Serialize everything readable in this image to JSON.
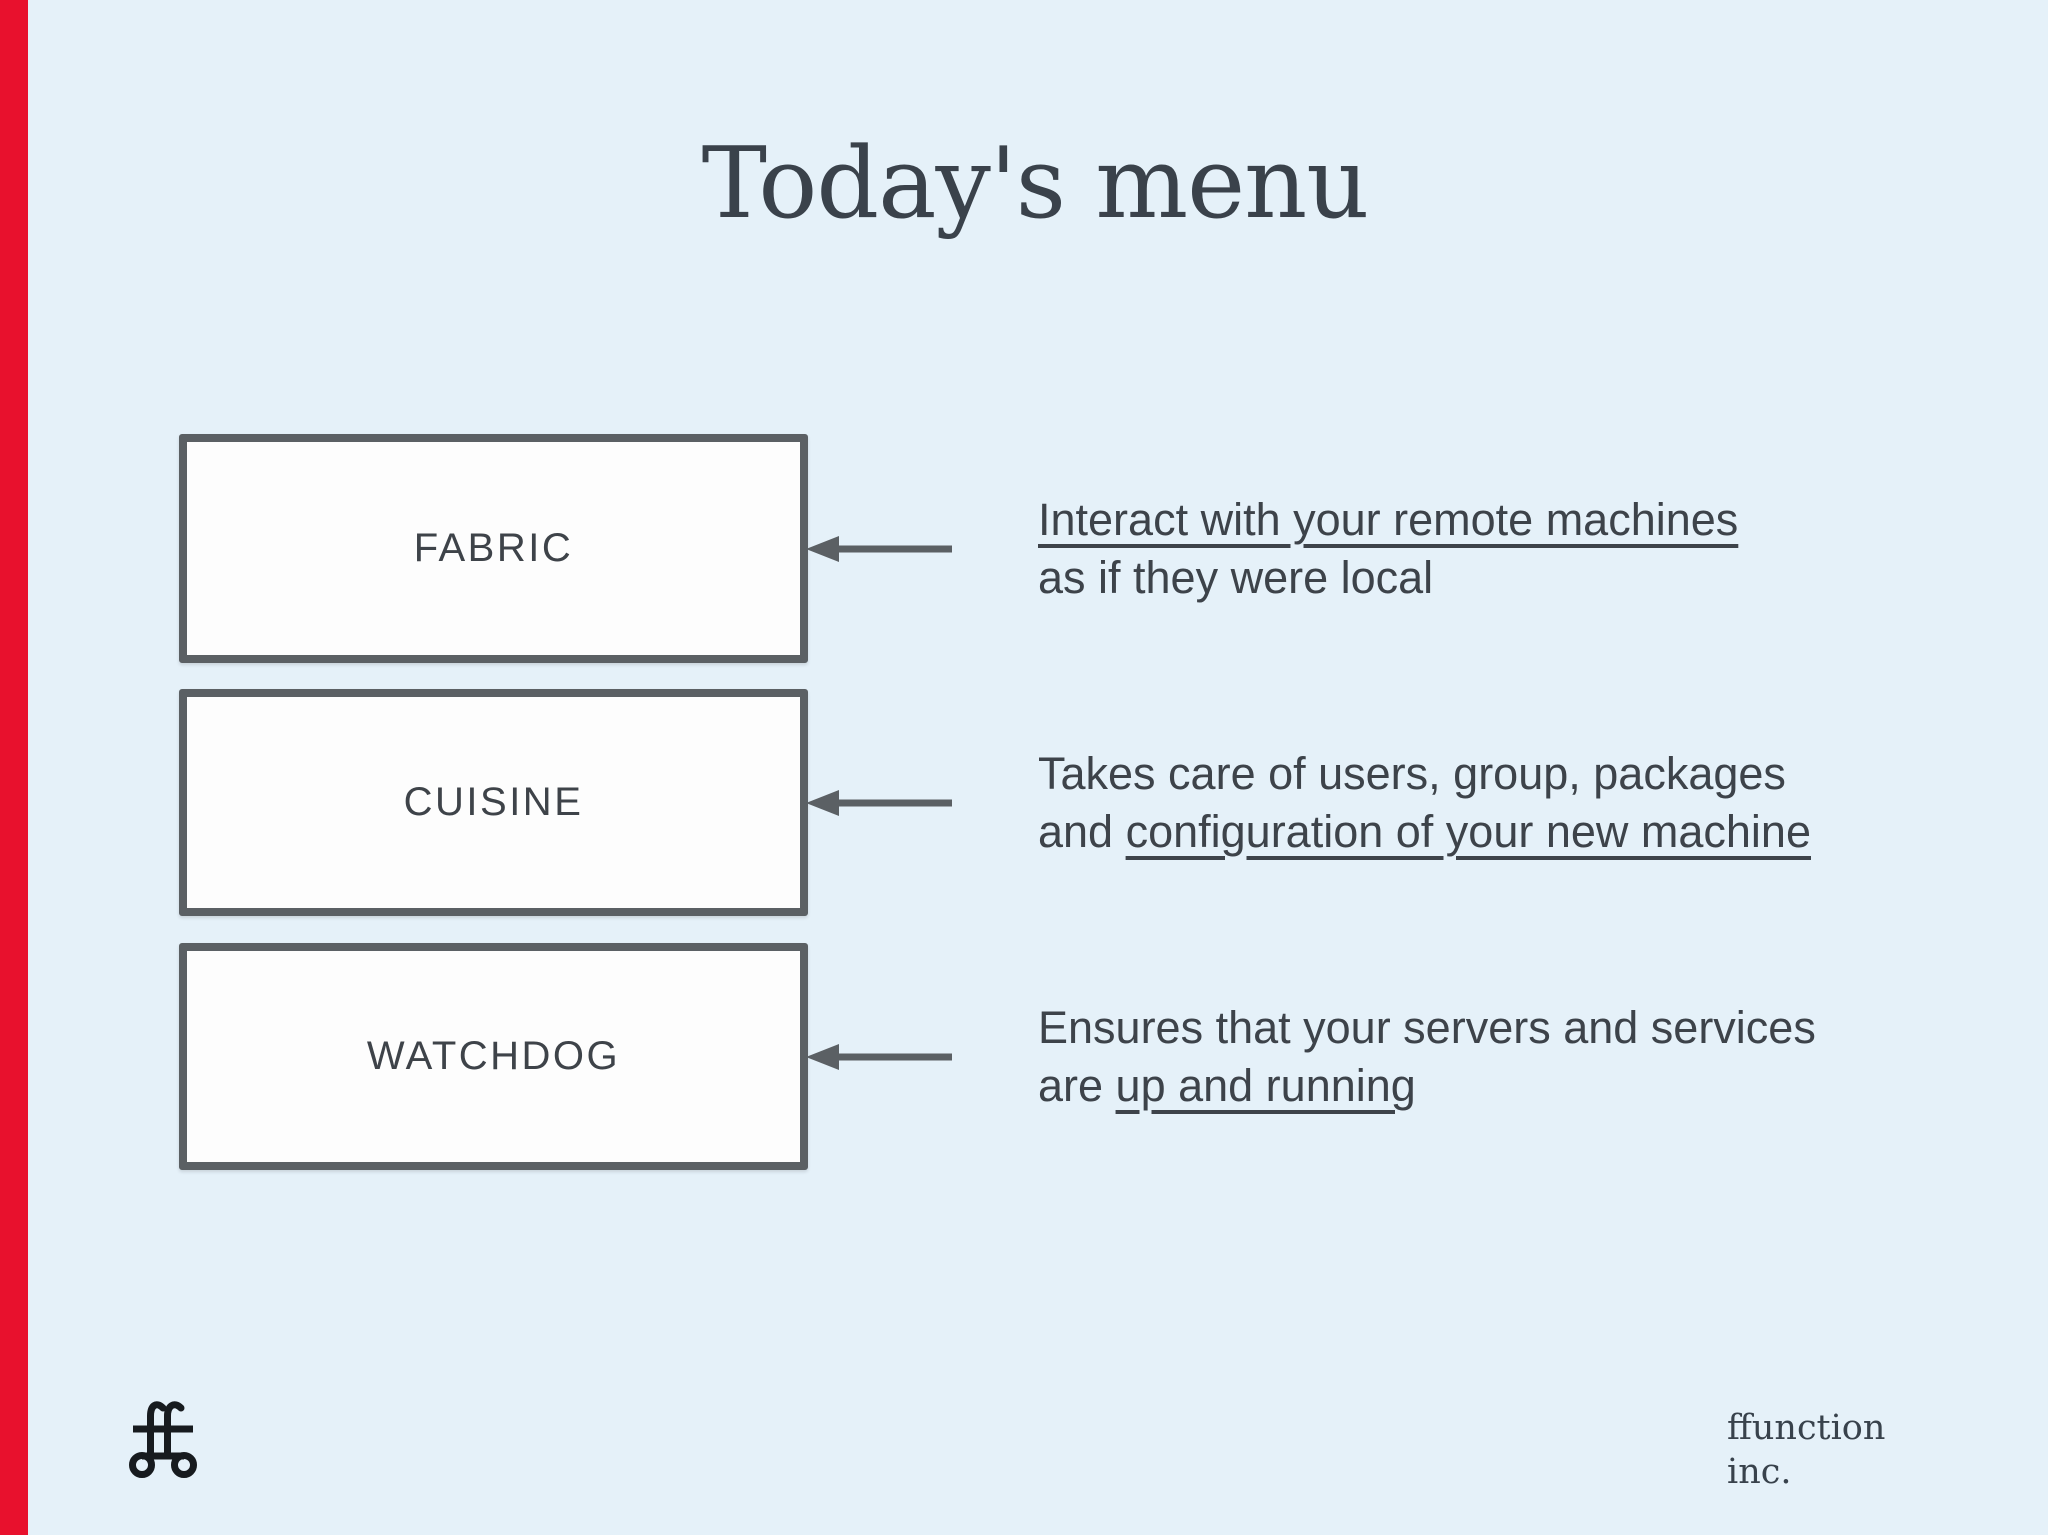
{
  "slide": {
    "title": "Today's menu"
  },
  "menu": {
    "items": [
      {
        "label": "FABRIC",
        "desc": {
          "line1_plain": "",
          "line1_underlined": "Interact with your remote machines",
          "line2_plain": "as if they were local",
          "line2_underlined": ""
        }
      },
      {
        "label": "CUISINE",
        "desc": {
          "line1_plain": "Takes care of users, group, packages",
          "line1_underlined": "",
          "line2_plain": "and ",
          "line2_underlined": "configuration of your new machine"
        }
      },
      {
        "label": "WATCHDOG",
        "desc": {
          "line1_plain": "Ensures that your servers and services",
          "line1_underlined": "",
          "line2_plain": "are ",
          "line2_underlined": "up and running"
        }
      }
    ]
  },
  "footer": {
    "company_line1": "ffunction",
    "company_line2": "inc."
  },
  "icons": {
    "arrow": "arrow-left-icon",
    "logo": "ffunction-logo-icon"
  },
  "colors": {
    "background": "#e5f1f9",
    "accent_stripe": "#e8112d",
    "box_border": "#5b6064",
    "box_fill": "#fdfdfd",
    "text": "#3d434a",
    "title_text": "#3a424b"
  }
}
